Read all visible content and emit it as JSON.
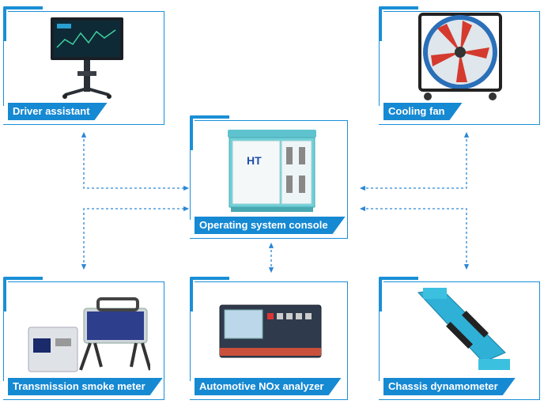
{
  "nodes": {
    "driver_assistant": {
      "label": "Driver assistant",
      "icon": "monitor-stand-icon"
    },
    "cooling_fan": {
      "label": "Cooling fan",
      "icon": "industrial-fan-icon"
    },
    "console": {
      "label": "Operating system console",
      "icon": "control-cabinet-icon",
      "logo_text": "HT"
    },
    "smoke_meter": {
      "label": "Transmission smoke meter",
      "icon": "smoke-meter-icon"
    },
    "nox_analyzer": {
      "label": "Automotive NOx analyzer",
      "icon": "nox-analyzer-icon"
    },
    "dynamometer": {
      "label": "Chassis dynamometer",
      "icon": "chassis-dynamometer-icon"
    }
  },
  "colors": {
    "accent": "#1689d3",
    "connector": "#2a86d6",
    "cabinet": "#5fc3cf",
    "dyno": "#2fb0d6"
  }
}
